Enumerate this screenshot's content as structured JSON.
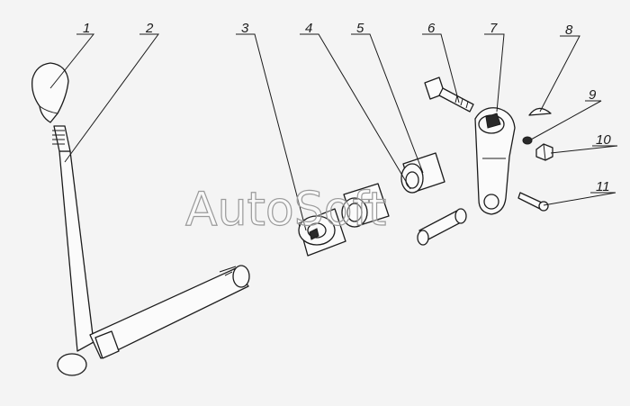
{
  "watermark": "AutoSoft",
  "callouts": [
    {
      "number": "1",
      "part": "knob"
    },
    {
      "number": "2",
      "part": "gear-lever"
    },
    {
      "number": "3",
      "part": "split-bushing"
    },
    {
      "number": "4",
      "part": "bushing"
    },
    {
      "number": "5",
      "part": "sleeve"
    },
    {
      "number": "6",
      "part": "bolt"
    },
    {
      "number": "7",
      "part": "lever-clamp"
    },
    {
      "number": "8",
      "part": "woodruff-key"
    },
    {
      "number": "9",
      "part": "washer"
    },
    {
      "number": "10",
      "part": "nut"
    },
    {
      "number": "11",
      "part": "cotter-pin"
    }
  ]
}
